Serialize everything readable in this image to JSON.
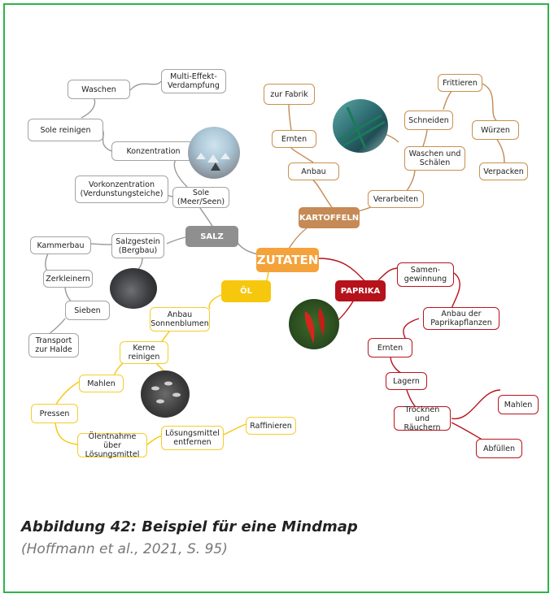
{
  "center": "ZUTATEN",
  "branches": {
    "salz": "SALZ",
    "kartoffeln": "KARTOFFELN",
    "paprika": "PAPRIKA",
    "oel": "ÖL"
  },
  "salz_nodes": {
    "multi_effekt": "Multi-Effekt-\nVerdampfung",
    "waschen": "Waschen",
    "sole_reinigen": "Sole reinigen",
    "konzentration": "Konzentration",
    "vorkonzentration": "Vorkonzentration\n(Verdunstungsteiche)",
    "sole": "Sole\n(Meer/Seen)",
    "salzgestein": "Salzgestein\n(Bergbau)",
    "kammerbau": "Kammerbau",
    "zerkleinern": "Zerkleinern",
    "sieben": "Sieben",
    "transport": "Transport\nzur Halde"
  },
  "kartoffel_nodes": {
    "zur_fabrik": "zur Fabrik",
    "ernten": "Ernten",
    "anbau": "Anbau",
    "verarbeiten": "Verarbeiten",
    "waschen_schaelen": "Waschen und\nSchälen",
    "schneiden": "Schneiden",
    "frittieren": "Frittieren",
    "wuerzen": "Würzen",
    "verpacken": "Verpacken"
  },
  "paprika_nodes": {
    "samengewinnung": "Samen-\ngewinnung",
    "anbau_paprika": "Anbau der\nPaprikapflanzen",
    "ernten": "Ernten",
    "lagern": "Lagern",
    "trocknen": "Trocknen und\nRäuchern",
    "mahlen": "Mahlen",
    "abfuellen": "Abfüllen"
  },
  "oel_nodes": {
    "anbau_sonnenblumen": "Anbau\nSonnenblumen",
    "kerne_reinigen": "Kerne\nreinigen",
    "mahlen": "Mahlen",
    "pressen": "Pressen",
    "oelentnahme": "Ölentnahme über\nLösungsmittel",
    "loesungsmittel_entfernen": "Lösungsmittel\nentfernen",
    "raffinieren": "Raffinieren"
  },
  "caption": "Abbildung 42: Beispiel für eine Mindmap",
  "source": "(Hoffmann et al., 2021, S. 95)",
  "colors": {
    "frame": "#2fb34a",
    "center": "#f4a23a",
    "salz": "#8f8f8f",
    "kartoffeln": "#c58a55",
    "paprika": "#b5121b",
    "oel": "#f6c70d"
  }
}
